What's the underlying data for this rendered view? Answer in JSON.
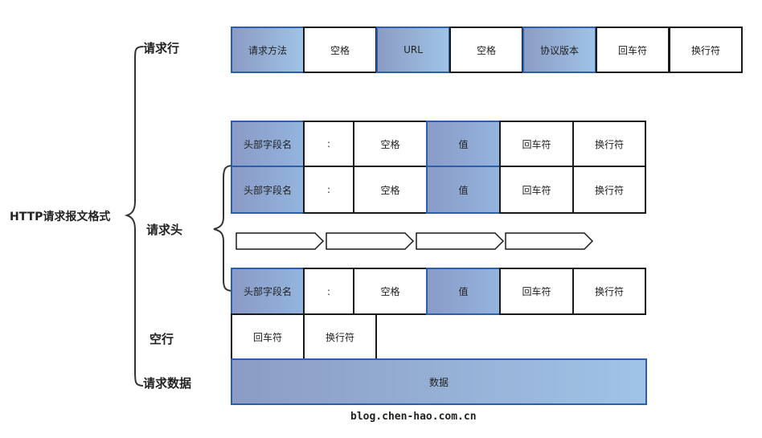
{
  "root_label": "HTTP请求报文格式",
  "sections": {
    "request_line": "请求行",
    "request_headers": "请求头",
    "blank_line": "空行",
    "request_body": "请求数据"
  },
  "request_line_cells": [
    "请求方法",
    "空格",
    "URL",
    "空格",
    "协议版本",
    "回车符",
    "换行符"
  ],
  "header_cells": [
    "头部字段名",
    ":",
    "空格",
    "值",
    "回车符",
    "换行符"
  ],
  "blank_line_cells": [
    "回车符",
    "换行符"
  ],
  "body_cell": "数据",
  "watermark": "blog.chen-hao.com.cn",
  "colors": {
    "highlight_start": "#8c9cc4",
    "highlight_end": "#9fc3e6",
    "highlight_border": "#2b5fae"
  }
}
